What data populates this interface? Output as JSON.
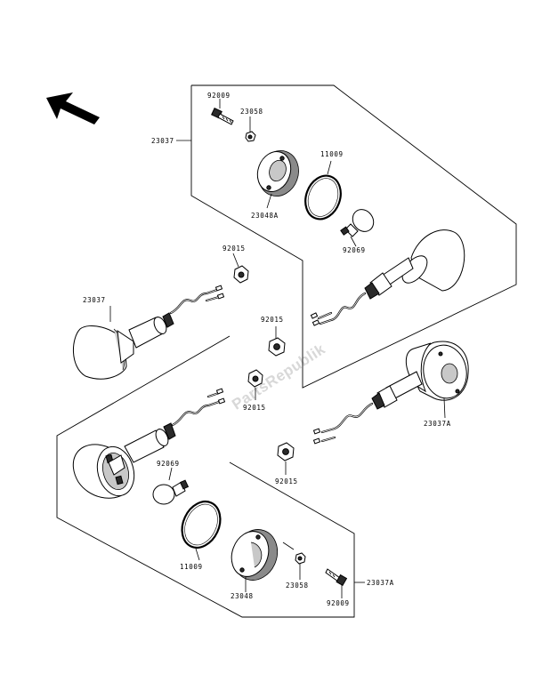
{
  "labels": {
    "bolt_top": "92009",
    "nut_top": "23058",
    "assembly_top": "23037",
    "ring_top": "11009",
    "lens_top": "23048A",
    "bulb_top": "92069",
    "nut_upper_left": "92015",
    "signal_left": "23037",
    "nut_center": "92015",
    "nut_center_lower": "92015",
    "signal_right_lower": "23037A",
    "bulb_bottom": "92069",
    "nut_bottom": "92015",
    "ring_bottom": "11009",
    "lens_bottom": "23048",
    "nut_small_bottom": "23058",
    "assembly_bottom": "23037A",
    "bolt_bottom": "92009"
  },
  "watermark": "PartsRepublik",
  "icons": {
    "direction_arrow": "front-direction-arrow-icon"
  },
  "colors": {
    "line": "#000000",
    "watermark": "#d8d8d8",
    "background": "#ffffff"
  }
}
